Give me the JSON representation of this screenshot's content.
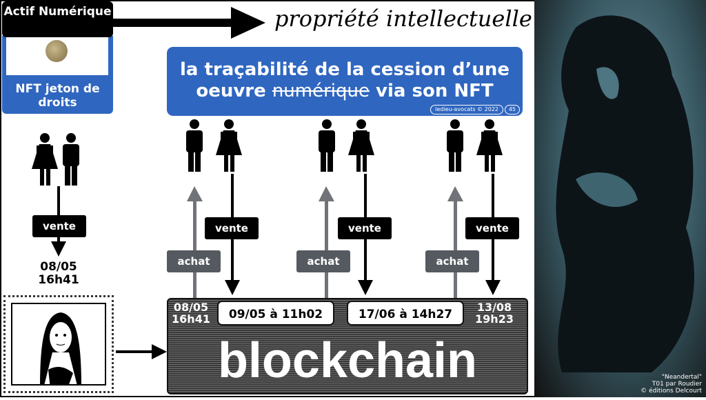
{
  "header": {
    "asset_label": "Actif Numérique",
    "token_label": "NFT jeton de droits",
    "ip_label": "propriété intellectuelle"
  },
  "title": {
    "line1": "la traçabilité de la cession d’une",
    "line2_pre": "oeuvre ",
    "line2_strike": "numérique",
    "line2_post": " via son NFT",
    "credit": "ledieu-avocats © 2022",
    "page": "45"
  },
  "flow": {
    "origin": {
      "label": "vente",
      "date": "08/05",
      "time": "16h41"
    },
    "transfers": [
      {
        "buy": "achat",
        "sell": "vente"
      },
      {
        "buy": "achat",
        "sell": "vente"
      },
      {
        "buy": "achat",
        "sell": "vente"
      }
    ]
  },
  "blockchain": {
    "word": "blockchain",
    "first_date": "08/05",
    "first_time": "16h41",
    "pill1": "09/05 à 11h02",
    "pill2": "17/06 à 14h27",
    "last_date": "13/08",
    "last_time": "19h23"
  },
  "image_caption": {
    "line1": "\"Neandertal\"",
    "line2": "T01 par Roudier",
    "line3": "© éditions Delcourt"
  },
  "colors": {
    "blue": "#2f66c0",
    "gray": "#555a60",
    "black": "#000000"
  }
}
